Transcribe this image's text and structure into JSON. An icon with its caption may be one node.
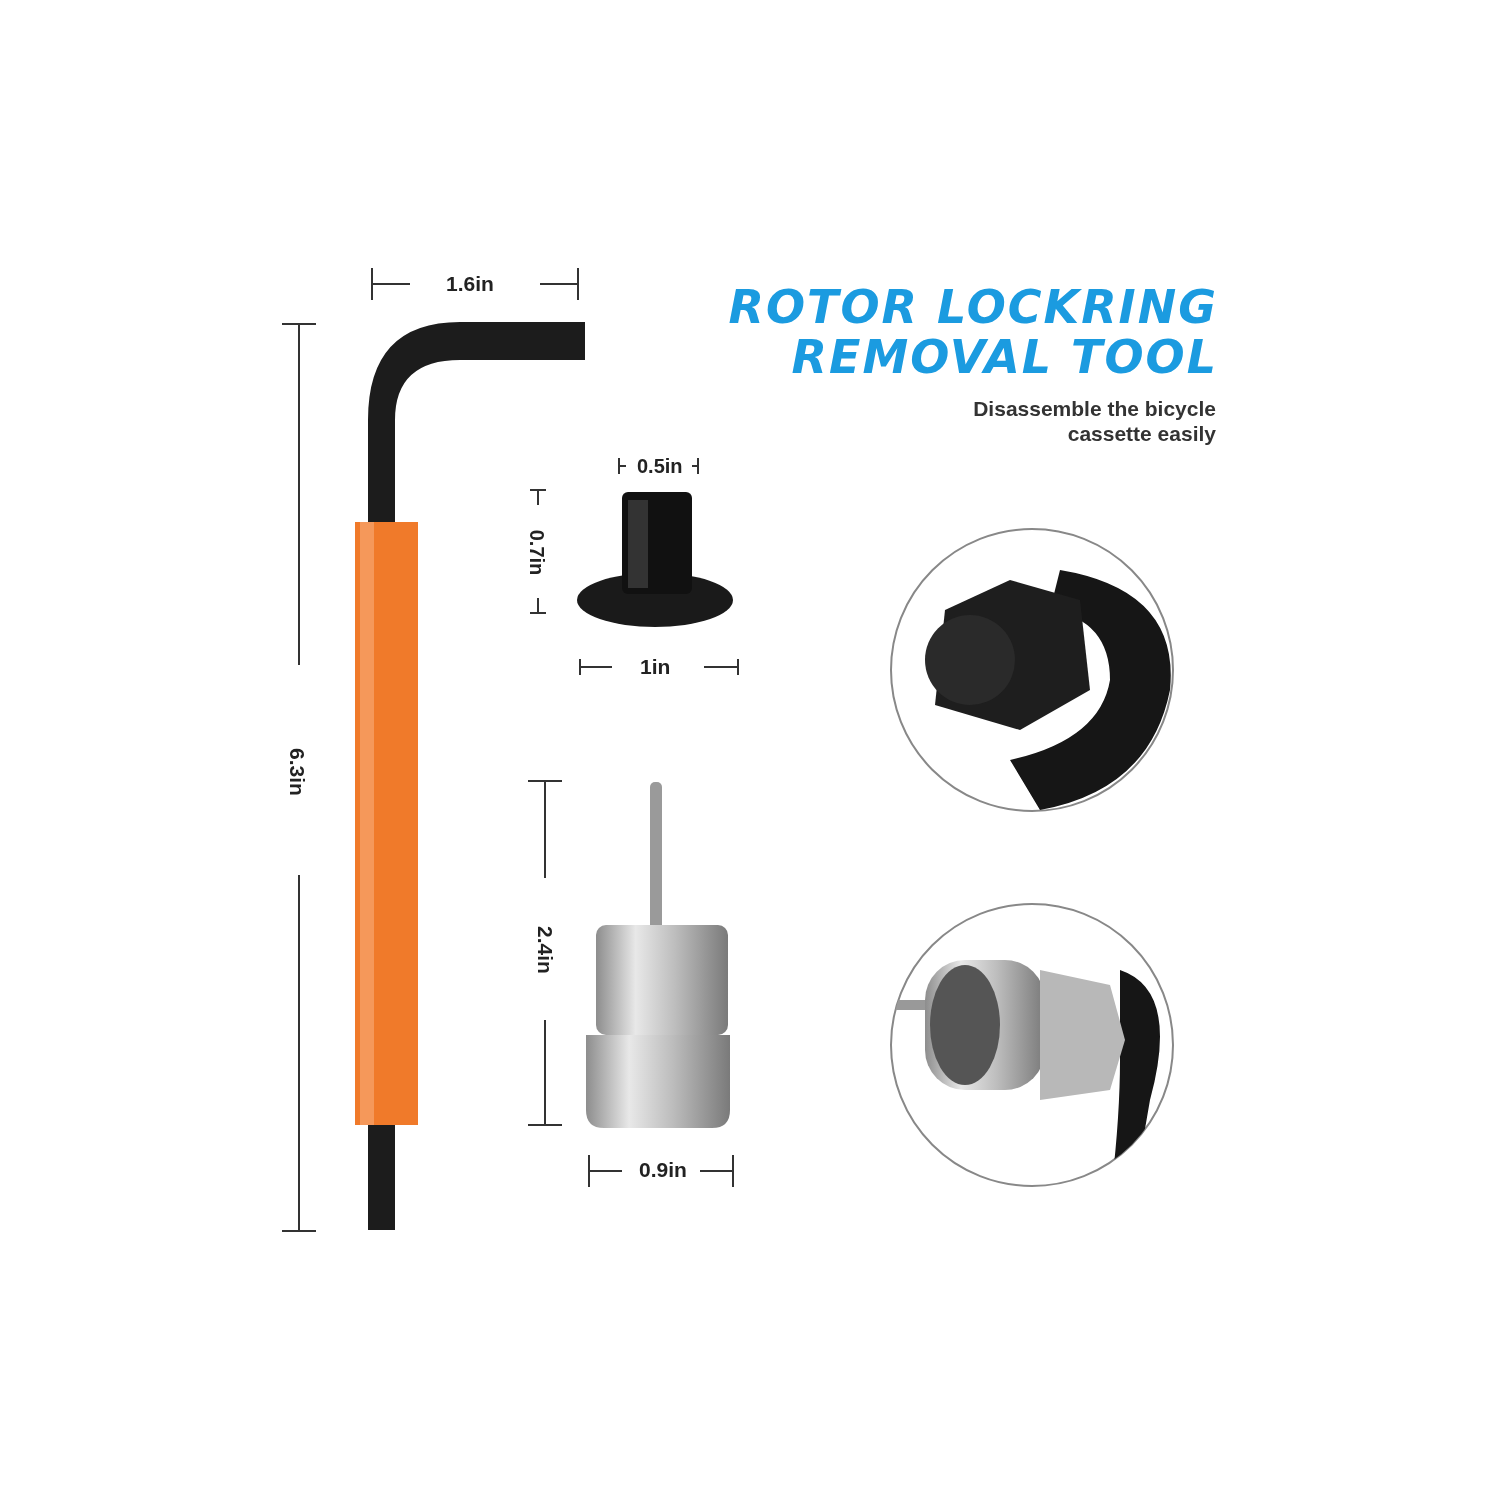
{
  "diagram": {
    "title": "ROTOR LOCKRING REMOVAL TOOL",
    "labels": [
      "1.6in",
      "Disassemble the bicycle cassette easily",
      "0.5in",
      "0.7in",
      "1in",
      "6.3in",
      "2.4in",
      "0.9in"
    ]
  }
}
